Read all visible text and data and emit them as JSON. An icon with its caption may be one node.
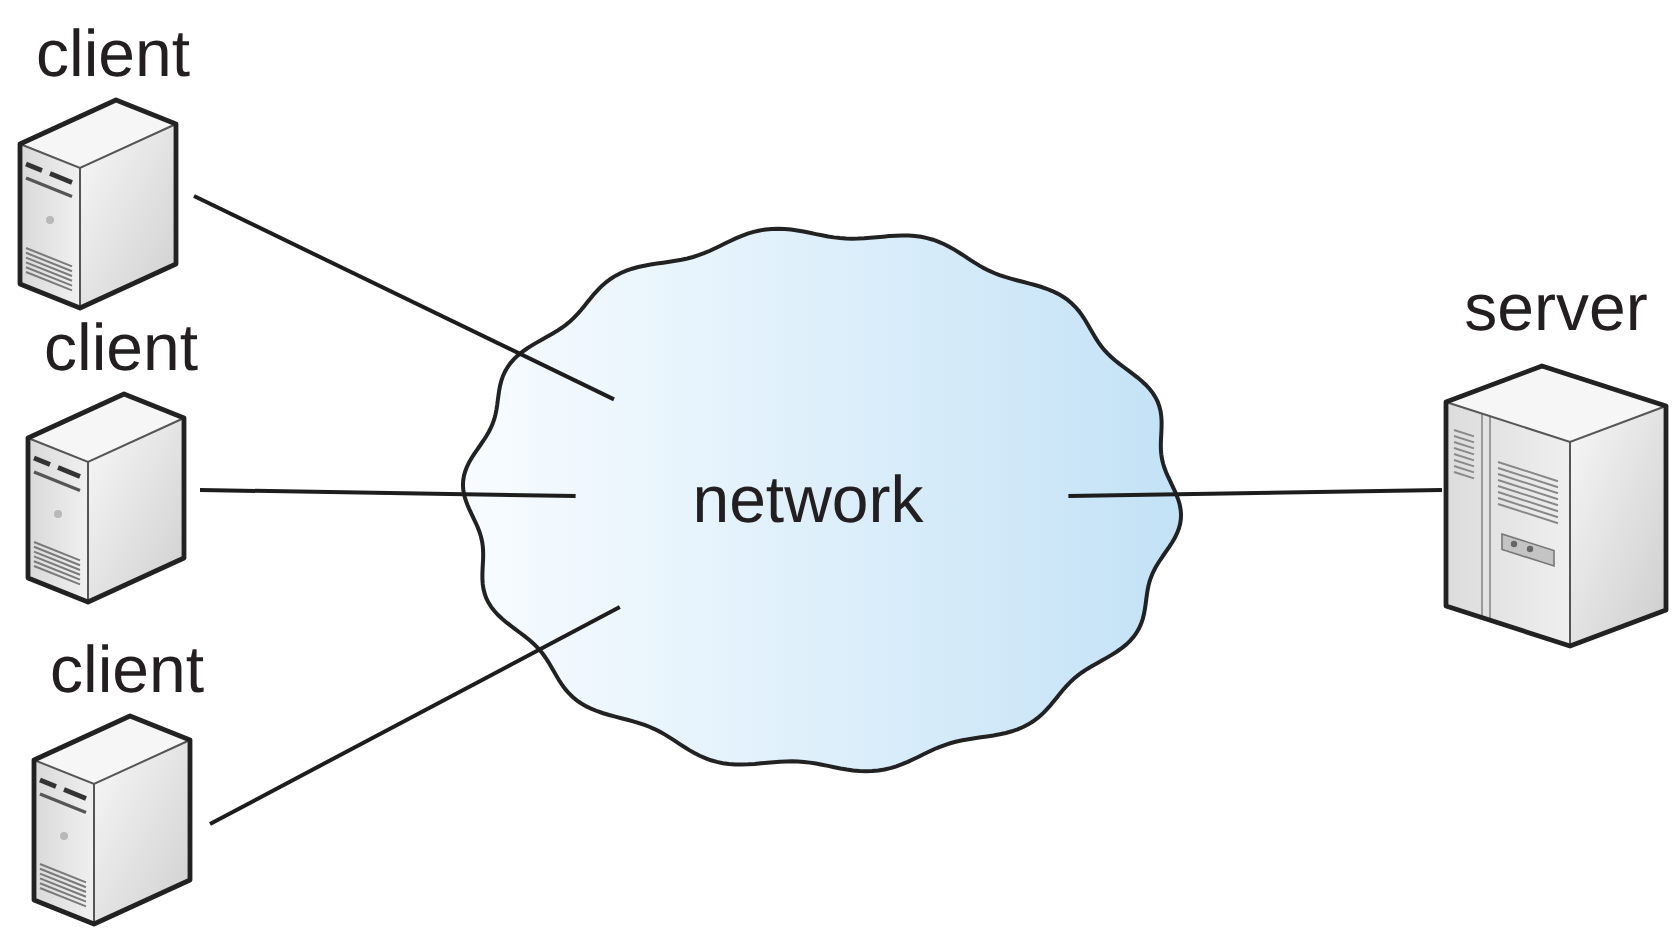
{
  "diagram": {
    "nodes": [
      {
        "text": [
          "client"
        ]
      },
      {
        "text": [
          "client"
        ]
      },
      {
        "text": [
          "client"
        ]
      },
      {
        "text": [
          "network"
        ]
      },
      {
        "text": [
          "server"
        ]
      }
    ],
    "edges": [
      {
        "from": 0,
        "to": 3,
        "arrow": "none"
      },
      {
        "from": 1,
        "to": 3,
        "arrow": "none"
      },
      {
        "from": 2,
        "to": 3,
        "arrow": "none"
      },
      {
        "from": 3,
        "to": 4,
        "arrow": "none"
      }
    ]
  }
}
